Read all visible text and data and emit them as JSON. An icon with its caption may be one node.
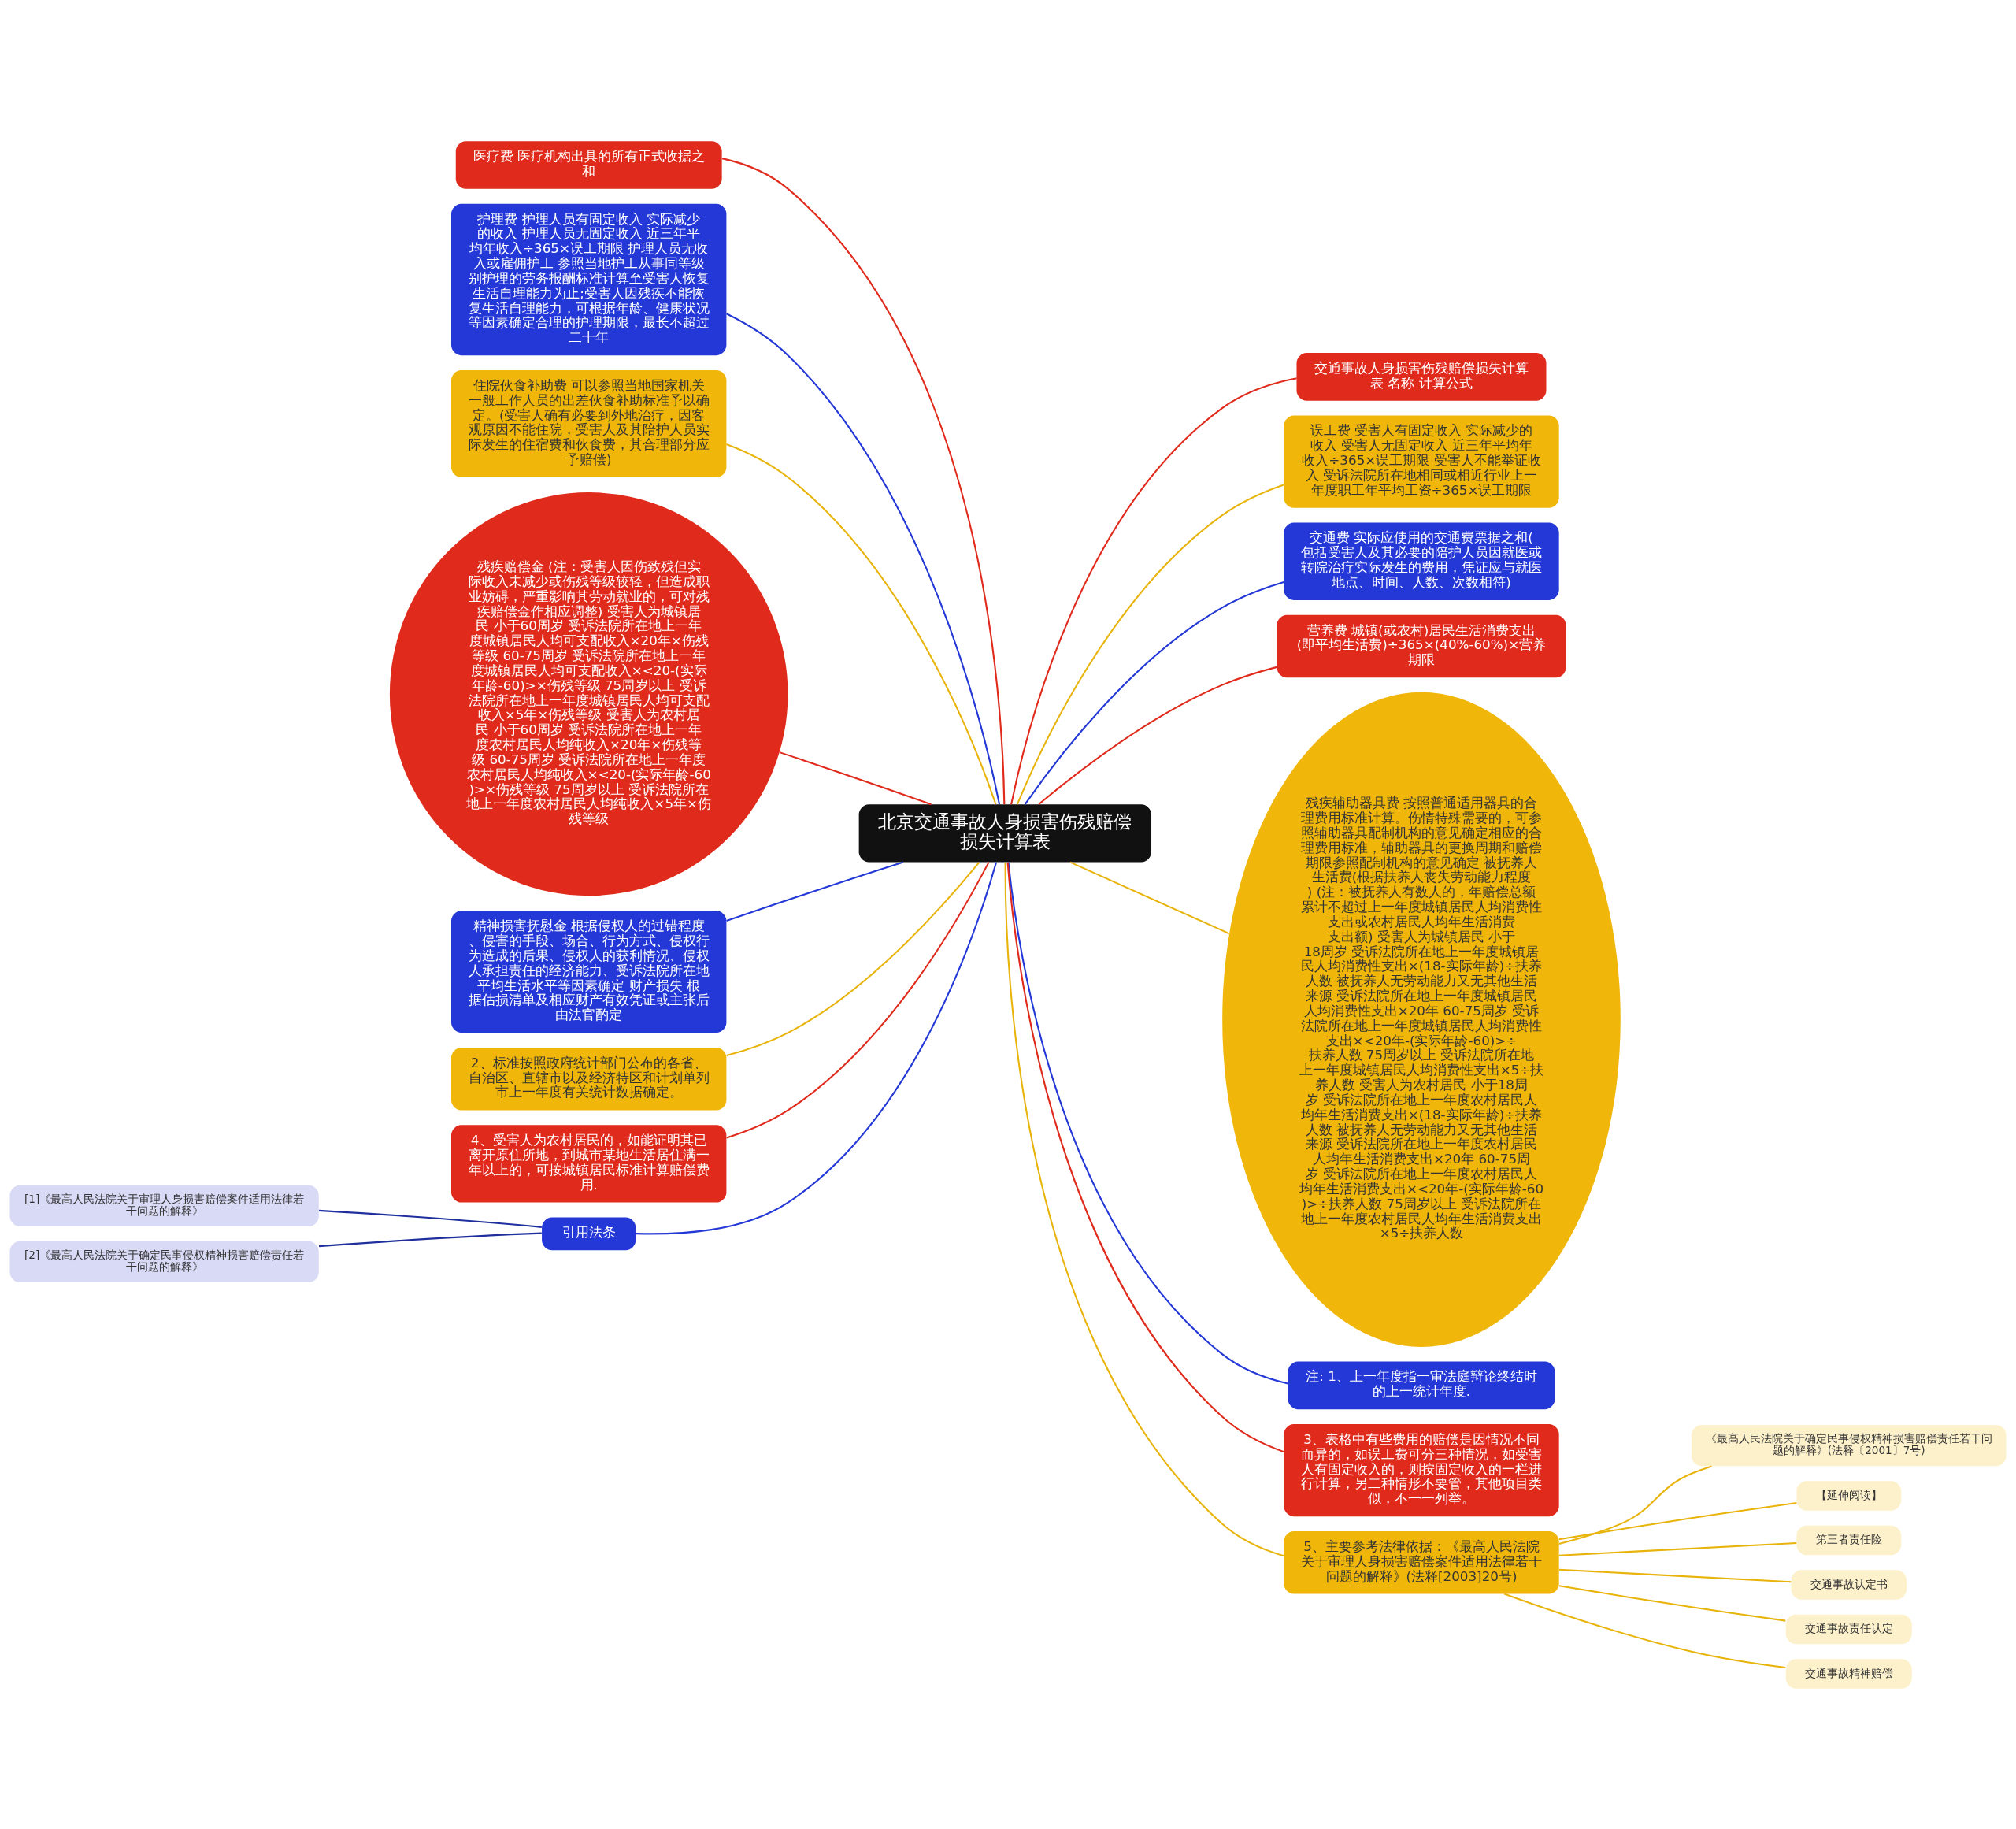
{
  "diagram": {
    "nodes": [
      {
        "text": [
          "北京交通事故人身损害伤残赔偿损失计算表"
        ]
      },
      {
        "text": [
          "交通事故人身损害伤残赔偿损失计算表 名称 计算公式"
        ]
      },
      {
        "text": [
          "误工费 受害人有固定收入 实际减少的收入 受害人无固定收入 近三年平均年收入÷365×误工期限 受害人不能举证收入 受诉法院所在地相同或相近行业上一年度职工年平均工资÷365×误工期限"
        ]
      },
      {
        "text": [
          "交通费 实际应使用的交通费票据之和(包括受害人及其必要的陪护人员因就医或转院治疗实际发生的费用，凭证应与就医地点、时间、人数、次数相符)"
        ]
      },
      {
        "text": [
          "营养费 城镇(或农村)居民生活消费支出(即平均生活费)÷365×(40%-60%)×营养期限"
        ]
      },
      {
        "text": [
          "残疾辅助器具费 按照普通适用器具的合理费用标准计算。伤情特殊需要的，可参照辅助器具配制机构的意见确定相应的合理费用标准，辅助器具的更换周期和赔偿期限参照配制机构的意见确定 被抚养人生活费(根据扶养人丧失劳动能力程度) (注：被抚养人有数人的，年赔偿总额累计不超过上一年度城镇居民人均消费性支出或农村居民人均年生活消费支出额) 受害人为城镇居民 小于18周岁 受诉法院所在地上一年度城镇居民人均消费性支出×(18-实际年龄)÷扶养人数 被抚养人无劳动能力又无其他生活来源 受诉法院所在地上一年度城镇居民人均消费性支出×20年 60-75周岁 受诉法院所在地上一年度城镇居民人均消费性支出×<20年-(实际年龄-60)>÷扶养人数 75周岁以上 受诉法院所在地上一年度城镇居民人均消费性支出×5÷扶养人数 受害人为农村居民 小于18周岁 受诉法院所在地上一年度农村居民人均年生活消费支出×(18-实际年龄)÷扶养人数 被抚养人无劳动能力又无其他生活来源 受诉法院所在地上一年度农村居民人均年生活消费支出×20年 60-75周岁 受诉法院所在地上一年度农村居民人均年生活消费支出×<20年-(实际年龄-60)>÷扶养人数 75周岁以上 受诉法院所在地上一年度农村居民人均年生活消费支出×5÷扶养人数"
        ]
      },
      {
        "text": [
          "注: 1、上一年度指一审法庭辩论终结时的上一统计年度."
        ]
      },
      {
        "text": [
          "3、表格中有些费用的赔偿是因情况不同而异的，如误工费可分三种情况，如受害人有固定收入的，则按固定收入的一栏进行计算，另二种情形不要管，其他项目类似，不一一列举。"
        ]
      },
      {
        "text": [
          "5、主要参考法律依据：《最高人民法院关于审理人身损害赔偿案件适用法律若干问题的解释》(法释[2003]20号)"
        ]
      },
      {
        "text": [
          "《最高人民法院关于确定民事侵权精神损害赔偿责任若干问题的解释》(法释〔2001〕7号)"
        ]
      },
      {
        "text": [
          "【延伸阅读】"
        ]
      },
      {
        "text": [
          "第三者责任险"
        ]
      },
      {
        "text": [
          "交通事故认定书"
        ]
      },
      {
        "text": [
          "交通事故责任认定"
        ]
      },
      {
        "text": [
          "交通事故精神赔偿"
        ]
      },
      {
        "text": [
          "医疗费 医疗机构出具的所有正式收据之和"
        ]
      },
      {
        "text": [
          "护理费 护理人员有固定收入 实际减少的收入 护理人员无固定收入 近三年平均年收入÷365×误工期限 护理人员无收入或雇佣护工 参照当地护工从事同等级别护理的劳务报酬标准计算至受害人恢复生活自理能力为止;受害人因残疾不能恢复生活自理能力，可根据年龄、健康状况等因素确定合理的护理期限，最长不超过二十年"
        ]
      },
      {
        "text": [
          "住院伙食补助费 可以参照当地国家机关一般工作人员的出差伙食补助标准予以确定。(受害人确有必要到外地治疗，因客观原因不能住院，受害人及其陪护人员实际发生的住宿费和伙食费，其合理部分应予赔偿)"
        ]
      },
      {
        "text": [
          "残疾赔偿金 (注：受害人因伤致残但实际收入未减少或伤残等级较轻，但造成职业妨碍，严重影响其劳动就业的，可对残疾赔偿金作相应调整) 受害人为城镇居民 小于60周岁 受诉法院所在地上一年度城镇居民人均可支配收入×20年×伤残等级 60-75周岁 受诉法院所在地上一年度城镇居民人均可支配收入×<20-(实际年龄-60)>×伤残等级 75周岁以上 受诉法院所在地上一年度城镇居民人均可支配收入×5年×伤残等级 受害人为农村居民 小于60周岁 受诉法院所在地上一年度农村居民人均纯收入×20年×伤残等级 60-75周岁 受诉法院所在地上一年度农村居民人均纯收入×<20-(实际年龄-60)>×伤残等级 75周岁以上 受诉法院所在地上一年度农村居民人均纯收入×5年×伤残等级"
        ]
      },
      {
        "text": [
          "精神损害抚慰金 根据侵权人的过错程度、侵害的手段、场合、行为方式、侵权行为造成的后果、侵权人的获利情况、侵权人承担责任的经济能力、受诉法院所在地平均生活水平等因素确定 财产损失 根据估损清单及相应财产有效凭证或主张后由法官酌定"
        ]
      },
      {
        "text": [
          "2、标准按照政府统计部门公布的各省、自治区、直辖市以及经济特区和计划单列市上一年度有关统计数据确定。"
        ]
      },
      {
        "text": [
          "4、受害人为农村居民的，如能证明其已离开原住所地，到城市某地生活居住满一年以上的，可按城镇居民标准计算赔偿费用."
        ]
      },
      {
        "text": [
          "引用法条"
        ]
      },
      {
        "text": [
          "[1]《最高人民法院关于审理人身损害赔偿案件适用法律若干问题的解释》"
        ]
      },
      {
        "text": [
          "[2]《最高人民法院关于确定民事侵权精神损害赔偿责任若干问题的解释》"
        ]
      }
    ],
    "edges": [
      {
        "from": 0,
        "to": 1,
        "arrow": "none",
        "color": "#e02a1c"
      },
      {
        "from": 0,
        "to": 2,
        "arrow": "none",
        "color": "#e8b40c"
      },
      {
        "from": 0,
        "to": 3,
        "arrow": "none",
        "color": "#2338d6"
      },
      {
        "from": 0,
        "to": 4,
        "arrow": "none",
        "color": "#e02a1c"
      },
      {
        "from": 0,
        "to": 5,
        "arrow": "none",
        "color": "#e8b40c"
      },
      {
        "from": 0,
        "to": 6,
        "arrow": "none",
        "color": "#2338d6"
      },
      {
        "from": 0,
        "to": 7,
        "arrow": "none",
        "color": "#e02a1c"
      },
      {
        "from": 0,
        "to": 8,
        "arrow": "none",
        "color": "#e8b40c"
      },
      {
        "from": 8,
        "to": 9,
        "arrow": "none",
        "color": "#e8b40c"
      },
      {
        "from": 8,
        "to": 10,
        "arrow": "none",
        "color": "#e8b40c"
      },
      {
        "from": 8,
        "to": 11,
        "arrow": "none",
        "color": "#e8b40c"
      },
      {
        "from": 8,
        "to": 12,
        "arrow": "none",
        "color": "#e8b40c"
      },
      {
        "from": 8,
        "to": 13,
        "arrow": "none",
        "color": "#e8b40c"
      },
      {
        "from": 8,
        "to": 14,
        "arrow": "none",
        "color": "#e8b40c"
      },
      {
        "from": 0,
        "to": 15,
        "arrow": "none",
        "color": "#e02a1c"
      },
      {
        "from": 0,
        "to": 16,
        "arrow": "none",
        "color": "#2338d6"
      },
      {
        "from": 0,
        "to": 17,
        "arrow": "none",
        "color": "#e8b40c"
      },
      {
        "from": 0,
        "to": 18,
        "arrow": "none",
        "color": "#e02a1c"
      },
      {
        "from": 0,
        "to": 19,
        "arrow": "none",
        "color": "#2338d6"
      },
      {
        "from": 0,
        "to": 20,
        "arrow": "none",
        "color": "#e8b40c"
      },
      {
        "from": 0,
        "to": 21,
        "arrow": "none",
        "color": "#e02a1c"
      },
      {
        "from": 0,
        "to": 22,
        "arrow": "none",
        "color": "#2338d6"
      },
      {
        "from": 22,
        "to": 23,
        "arrow": "none",
        "color": "#1f2f9e"
      },
      {
        "from": 22,
        "to": 24,
        "arrow": "none",
        "color": "#1f2f9e"
      }
    ]
  }
}
